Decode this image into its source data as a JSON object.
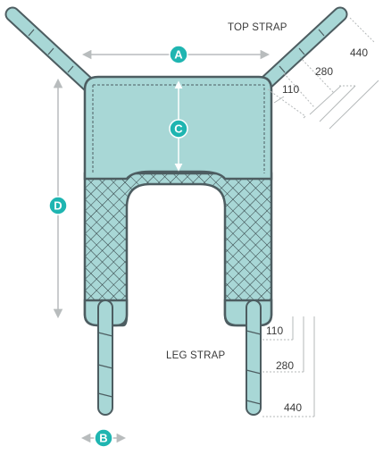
{
  "colors": {
    "fabric": "#a8d7d6",
    "fabric_outline": "#4d5d61",
    "mesh_lines": "#2f3c40",
    "badge": "#1fb5b1",
    "dimension_line": "#b8bcbd",
    "dotted_guide": "#b5b9ba",
    "text": "#3a3a3a"
  },
  "top_strap": {
    "title": "TOP STRAP",
    "lengths": [
      "110",
      "280",
      "440"
    ]
  },
  "leg_strap": {
    "title": "LEG STRAP",
    "lengths": [
      "110",
      "280",
      "440"
    ]
  },
  "dimensions": {
    "A": "A",
    "B": "B",
    "C": "C",
    "D": "D"
  },
  "icons": {
    "arrow": "double-headed-arrow-icon"
  }
}
